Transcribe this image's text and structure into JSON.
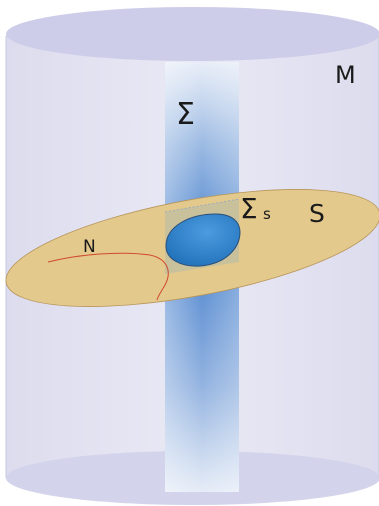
{
  "labels": {
    "manifold": "M",
    "sigma": "Σ",
    "sigma_s_main": "Σ",
    "sigma_s_sub": "s",
    "surface": "S",
    "region": "N"
  },
  "colors": {
    "cylinder_side": "#e4e4f2",
    "cylinder_cap": "#cfcfea",
    "cylinder_edge": "#b9b9d8",
    "sigma_strip": "#4f86cf",
    "surface_fill": "#e2c98b",
    "surface_edge": "#b8955a",
    "region_curve": "#d04a2f",
    "disk_fill": "#2f7fc8",
    "disk_edge": "#2b4f78"
  }
}
